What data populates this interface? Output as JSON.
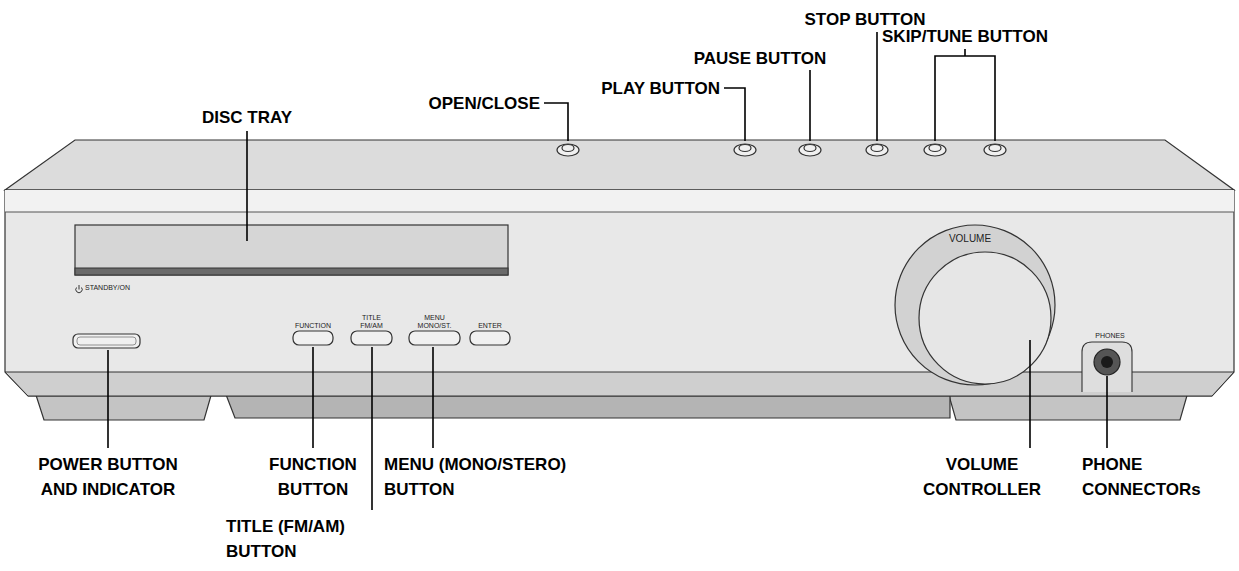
{
  "diagram": {
    "labels": [
      "DISC TRAY",
      "OPEN/CLOSE",
      "PLAY BUTTON",
      "PAUSE BUTTON",
      "STOP BUTTON",
      "SKIP/TUNE BUTTON",
      "POWER BUTTON AND INDICATOR",
      "FUNCTION BUTTON",
      "TITLE (FM/AM) BUTTON",
      "MENU (MONO/STERO) BUTTON",
      "VOLUME CONTROLLER",
      "PHONE CONNECTORs",
      "STANDBY/ON",
      "FUNCTION",
      "TITLE FM/AM",
      "MENU MONO/ST.",
      "ENTER",
      "VOLUME",
      "PHONES"
    ]
  }
}
